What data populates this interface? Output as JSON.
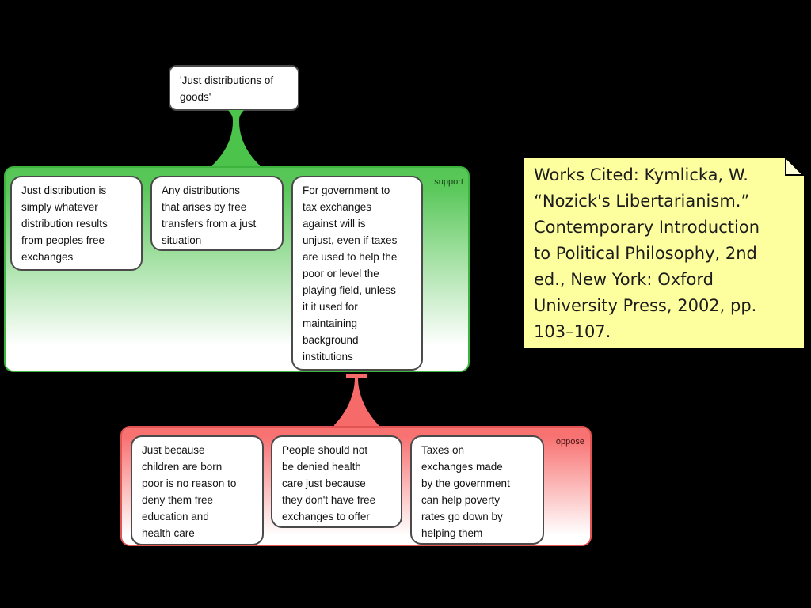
{
  "canvas": {
    "background_color": "#000000"
  },
  "claim": {
    "text": "'Just distributions of\ngoods'"
  },
  "support": {
    "label": "support",
    "colors": {
      "fill_top": "#5ac85a",
      "border": "#3db43d",
      "connector": "#4cc44c",
      "label_text": "#173f17"
    },
    "statements": [
      {
        "text": "Just distribution is\nsimply whatever\ndistribution results\nfrom peoples free\nexchanges"
      },
      {
        "text": "Any distributions\nthat arises by free\ntransfers from a just\nsituation"
      },
      {
        "text": "For government to\ntax exchanges\nagainst will is\nunjust, even if taxes\nare used to help the\npoor or level the\nplaying field, unless\nit it used for\nmaintaining\nbackground\ninstitutions"
      }
    ]
  },
  "oppose": {
    "label": "oppose",
    "colors": {
      "fill_top": "#f87272",
      "border": "#e25454",
      "connector": "#f76a6a",
      "label_text": "#3f1212"
    },
    "statements": [
      {
        "text": "Just because\nchildren are born\npoor is no reason to\ndeny them free\neducation and\nhealth care"
      },
      {
        "text": "People should not\nbe denied health\ncare just because\nthey don't have free\nexchanges to offer"
      },
      {
        "text": "Taxes on\nexchanges made\nby the government\ncan help poverty\nrates go down by\nhelping them"
      }
    ]
  },
  "note": {
    "background_color": "#fdff9e",
    "text": "Works Cited: Kymlicka, W.\n“Nozick's Libertarianism.”\nContemporary Introduction\nto Political Philosophy, 2nd\ned., New York: Oxford\nUniversity Press, 2002, pp.\n103–107."
  }
}
